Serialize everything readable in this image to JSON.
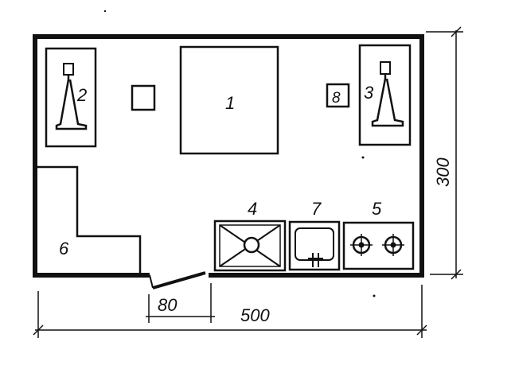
{
  "labels": {
    "table": "1",
    "bed_left": "2",
    "bed_right": "3",
    "sink_unit": "4",
    "stove": "5",
    "cabinet": "6",
    "washbasin": "7",
    "stool_right": "8"
  },
  "dimensions": {
    "width": "500",
    "height": "300",
    "door": "80"
  }
}
